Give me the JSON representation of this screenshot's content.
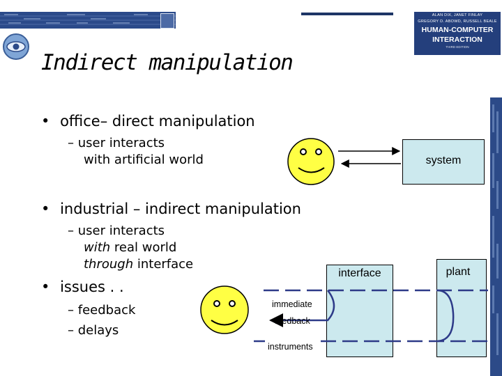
{
  "header": {
    "book_cover": {
      "authors_line1": "ALAN DIX, JANET FINLAY",
      "authors_line2": "GREGORY D. ABOWD, RUSSELL BEALE",
      "title_line1": "HUMAN-COMPUTER",
      "title_line2": "INTERACTION",
      "edition": "THIRD EDITION"
    },
    "icons": [
      "eye-logo-icon",
      "banner-icon"
    ]
  },
  "slide": {
    "title": "Indirect manipulation",
    "bullets": [
      {
        "text": "office– direct manipulation",
        "sub": [
          "user interacts",
          "with artificial world"
        ]
      },
      {
        "text": "industrial – indirect manipulation",
        "sub": [
          "user interacts",
          "with real world",
          "through interface"
        ],
        "sub_emphasis": [
          "with",
          "through"
        ],
        "sub_rest": [
          " real world",
          " interface"
        ]
      },
      {
        "text": "issues . .",
        "sub": [
          "feedback",
          "delays"
        ]
      }
    ],
    "bullet_glyph": "•",
    "dash_glyph": "–"
  },
  "diagram": {
    "system_label": "system",
    "interface_label": "interface",
    "plant_label": "plant",
    "immediate_label": "immediate",
    "feedback_label": "feedback",
    "instruments_label": "instruments",
    "colors": {
      "box_fill": "#cce9ee",
      "smiley_fill": "#ffff44",
      "banner": "#2b4a8a"
    }
  }
}
